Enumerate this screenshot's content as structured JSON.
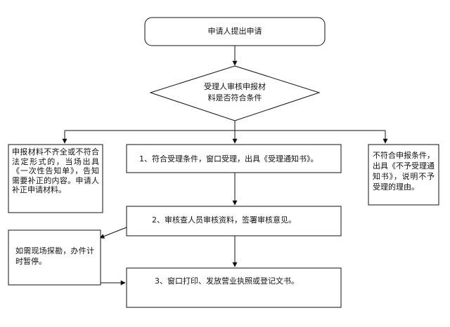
{
  "flow": {
    "start": "申请人提出申请",
    "decision_line1": "受理人审核申报材",
    "decision_line2": "料是否符合条件",
    "left_note": "申报材料不齐全或不符合法定形式的，当场出具《一次性告知单》，告知需要补正的内容。申请人补正申请材料。",
    "step1": "1、符合受理条件，窗口受理，出具《受理通知书》。",
    "right_note": "不符合申报条件，出具《不予受理通知书》，说明不予受理的理由。",
    "step2": "2、审核查人员审核资料，签署审核意见。",
    "side_note": "如需现场探勘，办件计时暂停。",
    "step3": "3、窗口打印、发放营业执照或登记文书。"
  }
}
